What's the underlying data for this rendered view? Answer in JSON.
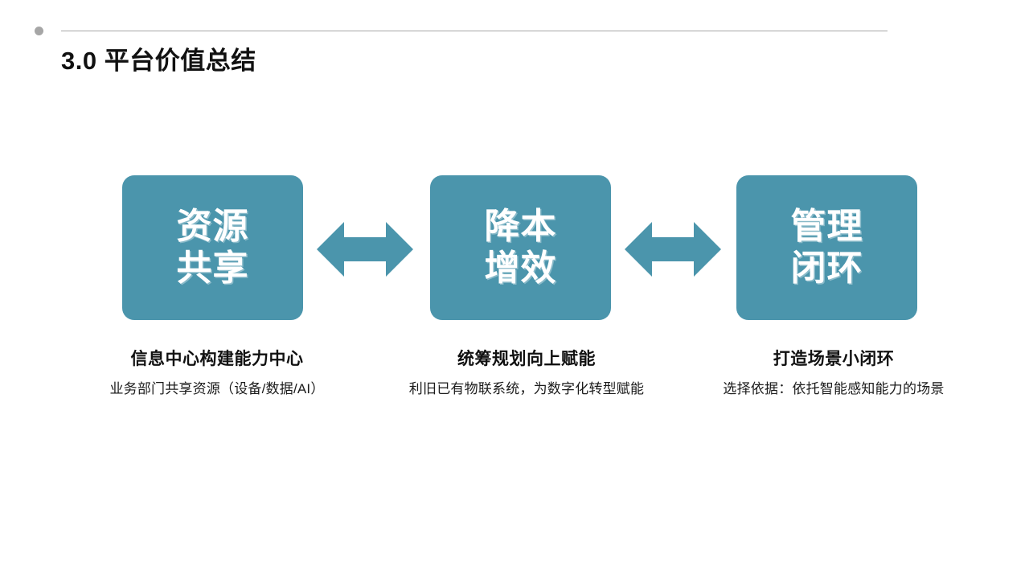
{
  "slide": {
    "title": "3.0 平台价值总结",
    "accent_color": "#4b95ac",
    "rule_color": "#a6a6a6",
    "text_color": "#111111",
    "background": "#ffffff"
  },
  "diagram": {
    "type": "process-flow",
    "nodes": [
      {
        "id": "node-1",
        "label": "资源\n共享",
        "label_line1": "资源",
        "label_line2": "共享",
        "caption_title": "信息中心构建能力中心",
        "caption_sub": "业务部门共享资源（设备/数据/AI）"
      },
      {
        "id": "node-2",
        "label": "降本\n增效",
        "label_line1": "降本",
        "label_line2": "增效",
        "caption_title": "统筹规划向上赋能",
        "caption_sub": "利旧已有物联系统，为数字化转型赋能"
      },
      {
        "id": "node-3",
        "label": "管理\n闭环",
        "label_line1": "管理",
        "label_line2": "闭环",
        "caption_title": "打造场景小闭环",
        "caption_sub": "选择依据：依托智能感知能力的场景"
      }
    ],
    "connectors": [
      {
        "id": "connector-1",
        "icon": "double-arrow-horizontal-icon",
        "from": "node-1",
        "to": "node-2"
      },
      {
        "id": "connector-2",
        "icon": "double-arrow-horizontal-icon",
        "from": "node-2",
        "to": "node-3"
      }
    ]
  }
}
